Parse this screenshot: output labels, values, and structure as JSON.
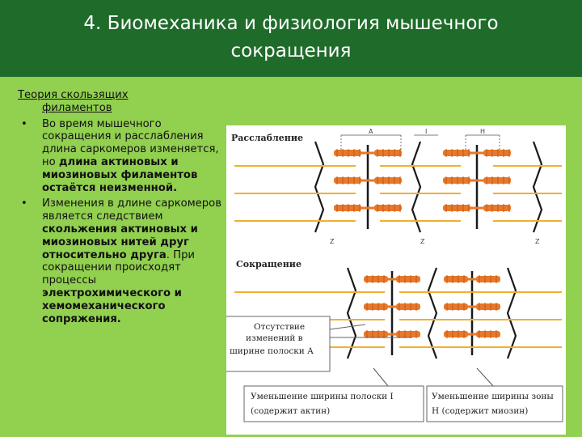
{
  "header": {
    "title_line1": "4. Биомеханика и физиология мышечного",
    "title_line2": "сокращения"
  },
  "left": {
    "heading_line1": "Теория скользящих",
    "heading_line2": "филаментов",
    "bullet_symbol": "•",
    "bullet1_pre": "Во время мышечного сокращения и расслабления длина саркомеров изменяется, но ",
    "bullet1_bold": "длина актиновых и миозиновых филаментов остаётся неизменной.",
    "bullet2_pre": "Изменения в длине саркомеров является следствием ",
    "bullet2_bold1": "скольжения актиновых и миозиновых нитей друг относительно друга",
    "bullet2_mid": ". При сокращении происходят процессы ",
    "bullet2_bold2": "электрохимического и хемомеханического сопряжения."
  },
  "diagram": {
    "label_relax": "Расслабление",
    "label_contract": "Сокращение",
    "label_A": "A",
    "label_I": "I",
    "label_H": "H",
    "label_Z": "Z",
    "note_line1": "Отсутствие",
    "note_line2": "изменений в",
    "note_line3": "ширине полоски A",
    "box1_line1": "Уменьшение ширины полоски I",
    "box1_line2": "(содержит актин)",
    "box2_line1": "Уменьшение ширины зоны",
    "box2_line2": "H (содержит миозин)"
  },
  "colors": {
    "header_bg": "#1f6b2a",
    "slide_bg": "#92d050",
    "myosin": "#e8782a",
    "actin": "#f0b030",
    "zline": "#1a1a1a"
  }
}
